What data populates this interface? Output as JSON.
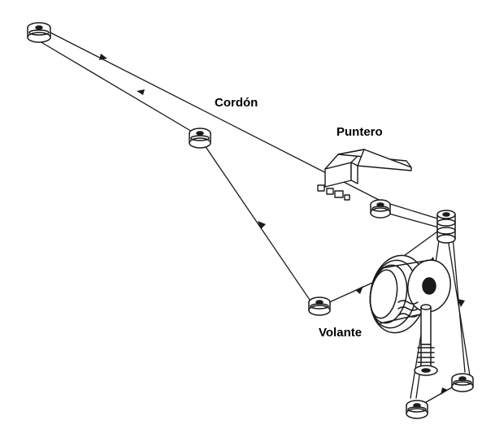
{
  "labels": {
    "cordon": "Cordón",
    "puntero": "Puntero",
    "volante": "Volante"
  },
  "colors": {
    "line": "#1a1a1a",
    "background": "#ffffff"
  }
}
